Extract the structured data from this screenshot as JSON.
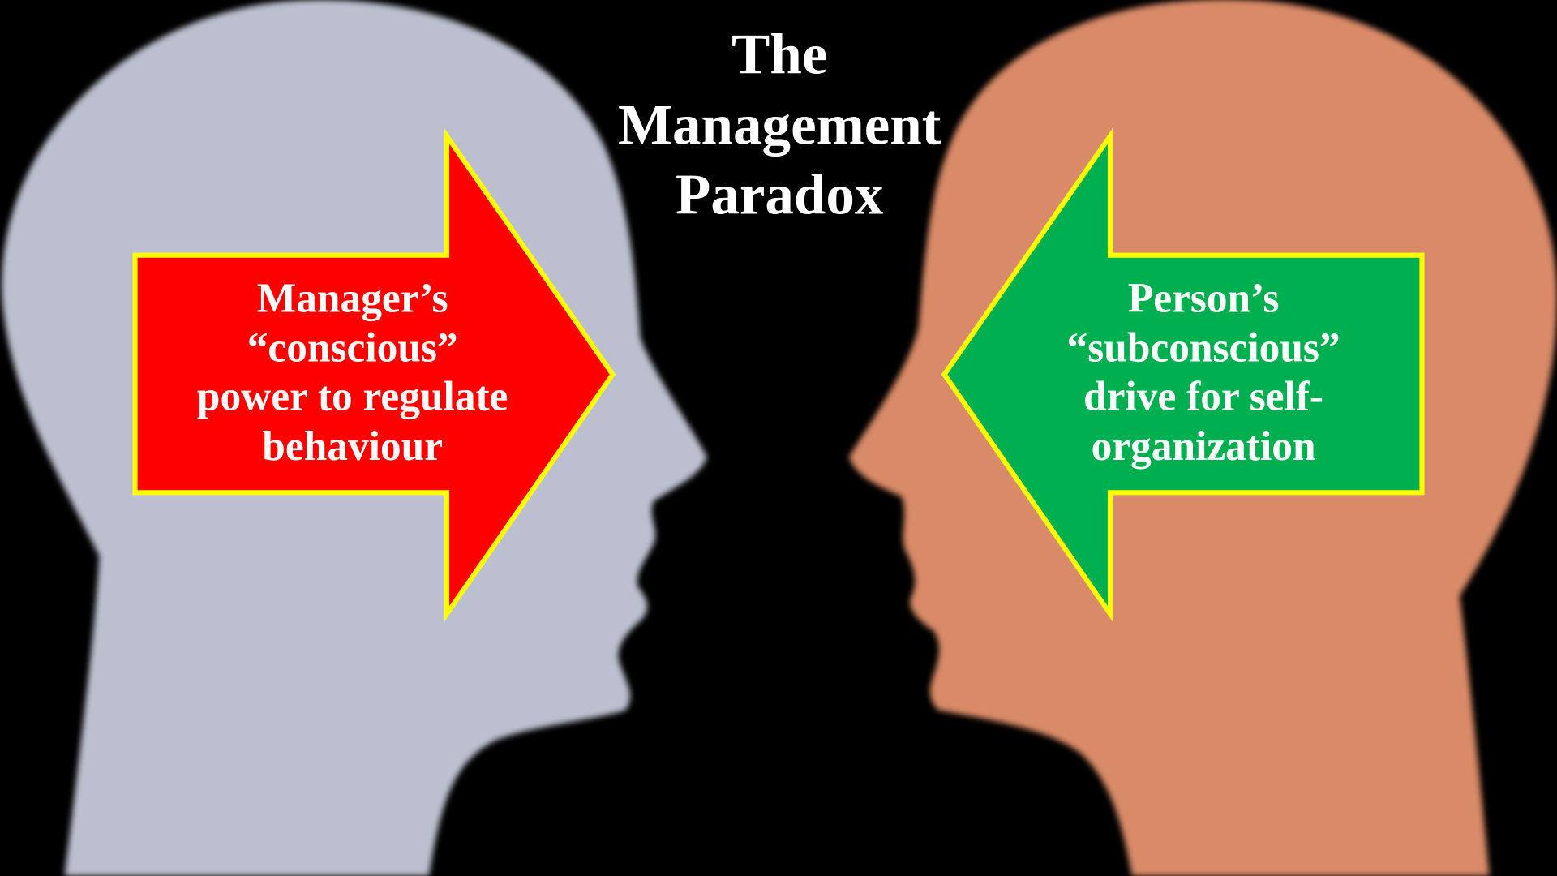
{
  "title": {
    "lines": [
      "The",
      "Management",
      "Paradox"
    ]
  },
  "left_arrow": {
    "lines": [
      "Manager’s",
      "“conscious”",
      "power to regulate",
      "behaviour"
    ]
  },
  "right_arrow": {
    "lines": [
      "Person’s",
      "“subconscious”",
      "drive for self-",
      "organization"
    ]
  },
  "colors": {
    "background": "#000000",
    "left_head": "#bcbfcf",
    "right_head": "#d98a68",
    "left_arrow": "#ff0000",
    "right_arrow": "#00b050",
    "arrow_border": "#ffff00"
  }
}
